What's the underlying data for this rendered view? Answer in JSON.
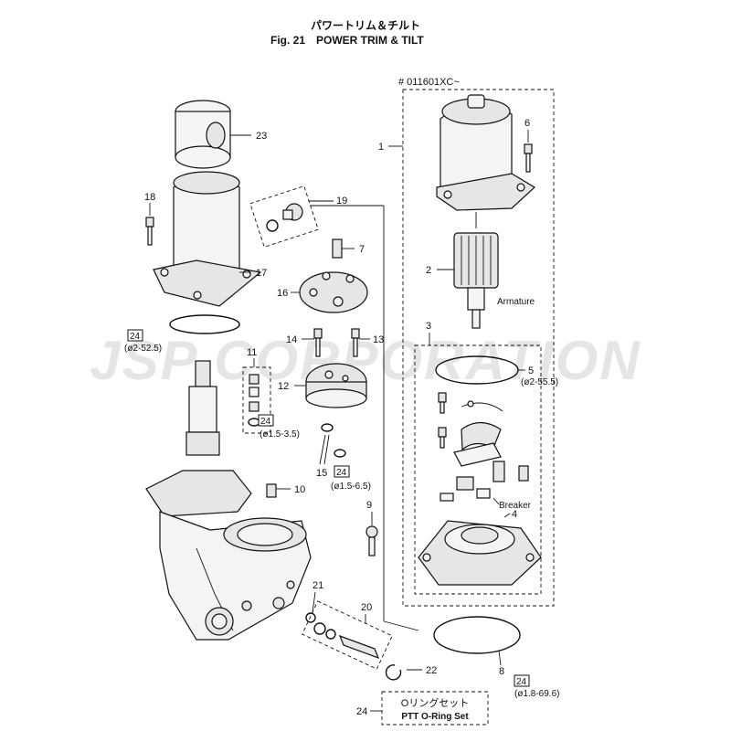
{
  "header": {
    "title_jp": "パワートリム＆チルト",
    "fig_label": "Fig. 21",
    "title_en": "POWER TRIM & TILT"
  },
  "serial_note": "# 011601XC~",
  "watermark": "JSP CORPORATION",
  "parts": {
    "p1": "1",
    "p2": "2",
    "p3": "3",
    "p4": "4",
    "p5": "5",
    "p6": "6",
    "p7": "7",
    "p8": "8",
    "p9": "9",
    "p10": "10",
    "p11": "11",
    "p12": "12",
    "p13": "13",
    "p14": "14",
    "p15": "15",
    "p16": "16",
    "p17": "17",
    "p18": "18",
    "p19": "19",
    "p20": "20",
    "p21": "21",
    "p22": "22",
    "p23": "23",
    "p24": "24"
  },
  "callouts": {
    "armature": "Armature",
    "breaker": "Breaker",
    "ref24": "24",
    "size_2_52_5": "(ø2-52.5)",
    "size_1_5_3_5": "(ø1.5-3.5)",
    "size_1_5_6_5": "(ø1.5-6.5)",
    "size_2_55_5": "(ø2-55.5)",
    "size_1_8_69_6": "(ø1.8-69.6)"
  },
  "oring_set": {
    "label_jp": "Oリングセット",
    "label_en": "PTT O-Ring Set"
  }
}
